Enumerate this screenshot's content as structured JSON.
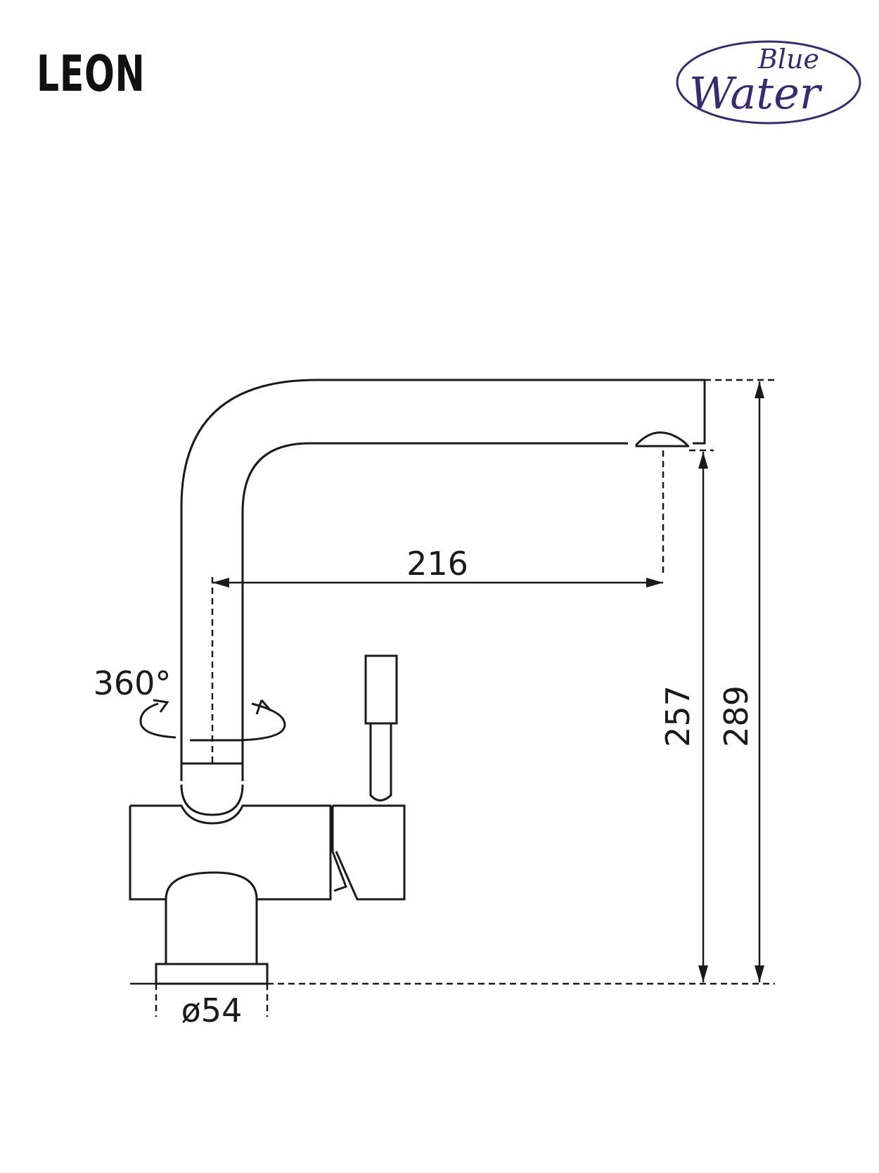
{
  "title": "LEON",
  "logo": {
    "word1": "Blue",
    "word2": "Water",
    "color": "#3a2a6e"
  },
  "dimensions": {
    "spout_reach": "216",
    "height_outlet": "257",
    "total_height": "289",
    "base_diameter": "ø54",
    "rotation": "360°"
  },
  "colors": {
    "line": "#1a1a1a",
    "background": "#ffffff"
  }
}
